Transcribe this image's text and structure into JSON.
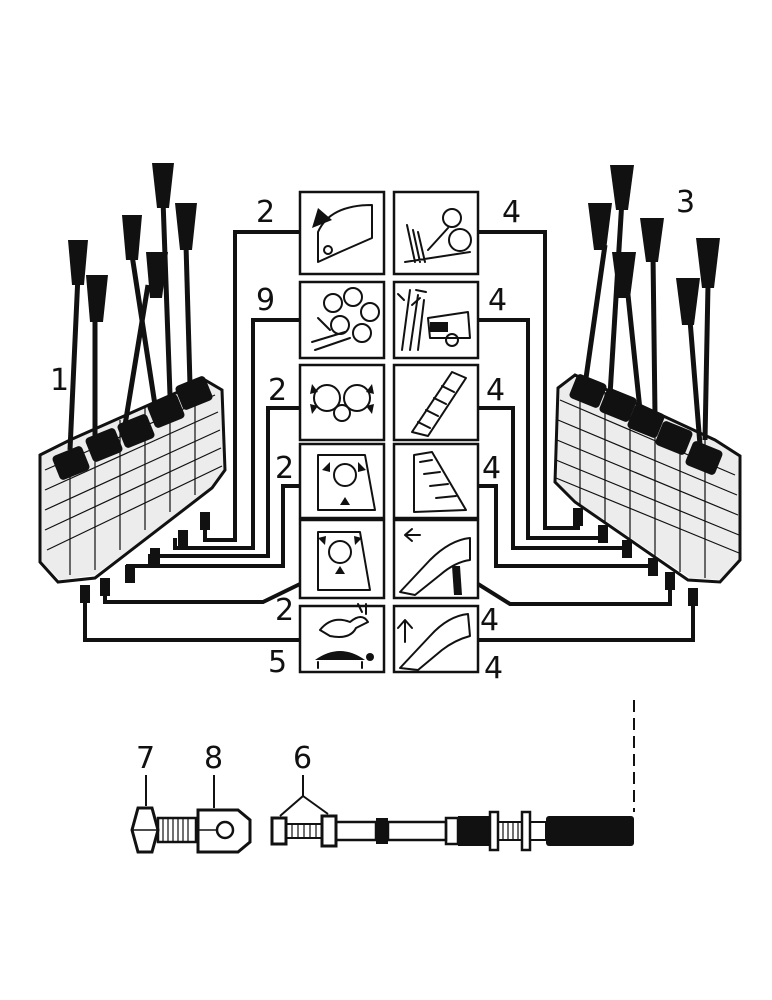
{
  "callouts": {
    "n1": "1",
    "n2a": "2",
    "n2b": "2",
    "n2c": "2",
    "n2d": "2",
    "n3": "3",
    "n4a": "4",
    "n4b": "4",
    "n4c": "4",
    "n4d": "4",
    "n4e": "4",
    "n4f": "4",
    "n5": "5",
    "n6": "6",
    "n7": "7",
    "n8": "8",
    "n9": "9"
  },
  "icons": {
    "left_column": [
      "boom-arrow-icon",
      "rollers-icon",
      "roller-pair-icon",
      "sector-down-icon",
      "sector-up-icon",
      "rabbit-turtle-icon"
    ],
    "right_column": [
      "feed-roller-icon",
      "cane-cutter-icon",
      "elevator-icon",
      "elevator-tilt-icon",
      "chute-left-arrow-icon",
      "chute-up-arrow-icon"
    ]
  }
}
